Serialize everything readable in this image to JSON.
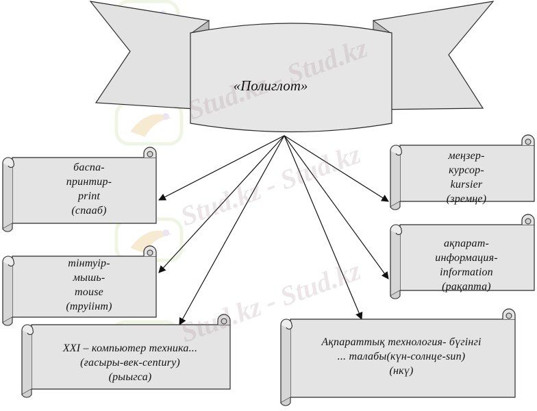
{
  "title": "«Полиглот»",
  "watermark": "Stud.kz - Stud.kz",
  "colors": {
    "fill": "#e4e4e4",
    "fill_light": "#efefef",
    "stroke": "#2a2a2a",
    "arrow": "#111111"
  },
  "scrolls": [
    {
      "id": "printer",
      "lines": [
        "баспа-",
        "принтир-",
        "print",
        "(спааб)"
      ]
    },
    {
      "id": "mouse",
      "lines": [
        "тінтуір-",
        "мышь-",
        "mouse",
        "(труіінт)"
      ]
    },
    {
      "id": "computer",
      "lines": [
        "XXI – компьютер техника...",
        "(ғасыры-век-century)",
        "(рыыгса)"
      ]
    },
    {
      "id": "cursor",
      "lines": [
        "меңзер-",
        "курсор-",
        "kursier",
        "(зремңе)"
      ]
    },
    {
      "id": "information",
      "lines": [
        "ақпарат-",
        "информация-",
        "information",
        "(рақапта)"
      ]
    },
    {
      "id": "technology",
      "lines": [
        "Ақпараттық технология- бүгінгі",
        "... талабы(күн-солнце-sun)",
        "(нкү)"
      ]
    }
  ]
}
